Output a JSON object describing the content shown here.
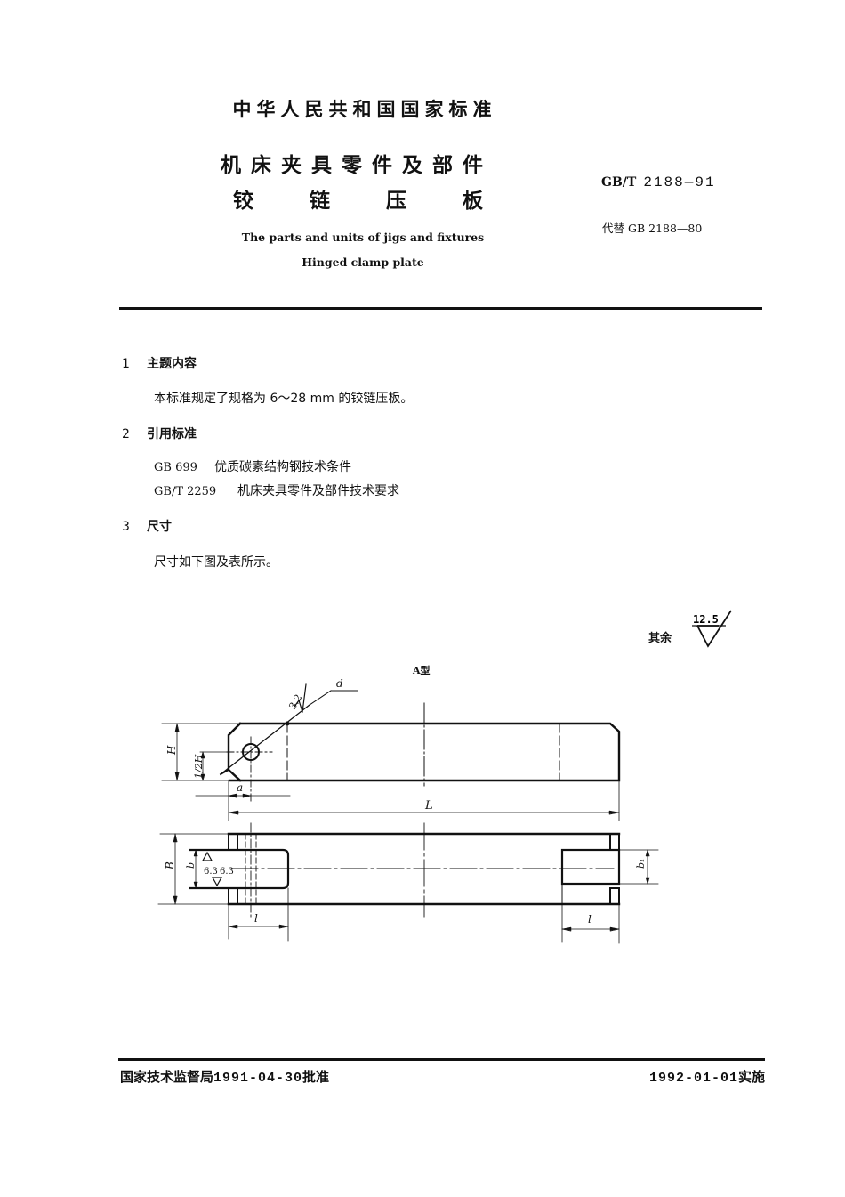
{
  "header": {
    "standard_title": "中华人民共和国国家标准",
    "main_title_line1": "机床夹具零件及部件",
    "main_title_line2": [
      "铰",
      "链",
      "压",
      "板"
    ],
    "english_title_line1": "The parts and units of jigs and fixtures",
    "english_title_line2": "Hinged clamp plate",
    "standard_code_prefix": "GB/T",
    "standard_code_number": "2188—91",
    "replaces": "代替 GB 2188—80"
  },
  "sections": [
    {
      "number": "1",
      "title": "主题内容",
      "body": "本标准规定了规格为 6～28 mm 的铰链压板。"
    },
    {
      "number": "2",
      "title": "引用标准",
      "references": [
        {
          "code": "GB 699",
          "title": "优质碳素结构钢技术条件"
        },
        {
          "code": "GB/T 2259",
          "title": "机床夹具零件及部件技术要求"
        }
      ]
    },
    {
      "number": "3",
      "title": "尺寸",
      "body": "尺寸如下图及表所示。"
    }
  ],
  "drawing": {
    "rest_roughness_label": "其余",
    "rest_roughness_value": "12.5",
    "type_label": "A型",
    "labels": {
      "hole_roughness": "3.2",
      "diameter": "d",
      "height": "H",
      "half_height": "1/2H",
      "offset": "a",
      "length": "L",
      "width": "B",
      "slot_width": "b",
      "slot_roughness_1": "6.3",
      "slot_roughness_2": "6.3",
      "slot_width_right": "b₁",
      "slot_length_left": "l",
      "slot_length_right": "l"
    }
  },
  "footer": {
    "approval_org": "国家技术监督局",
    "approval_date": "1991-04-30",
    "approval_suffix": "批准",
    "effective_date": "1992-01-01",
    "effective_suffix": "实施"
  }
}
